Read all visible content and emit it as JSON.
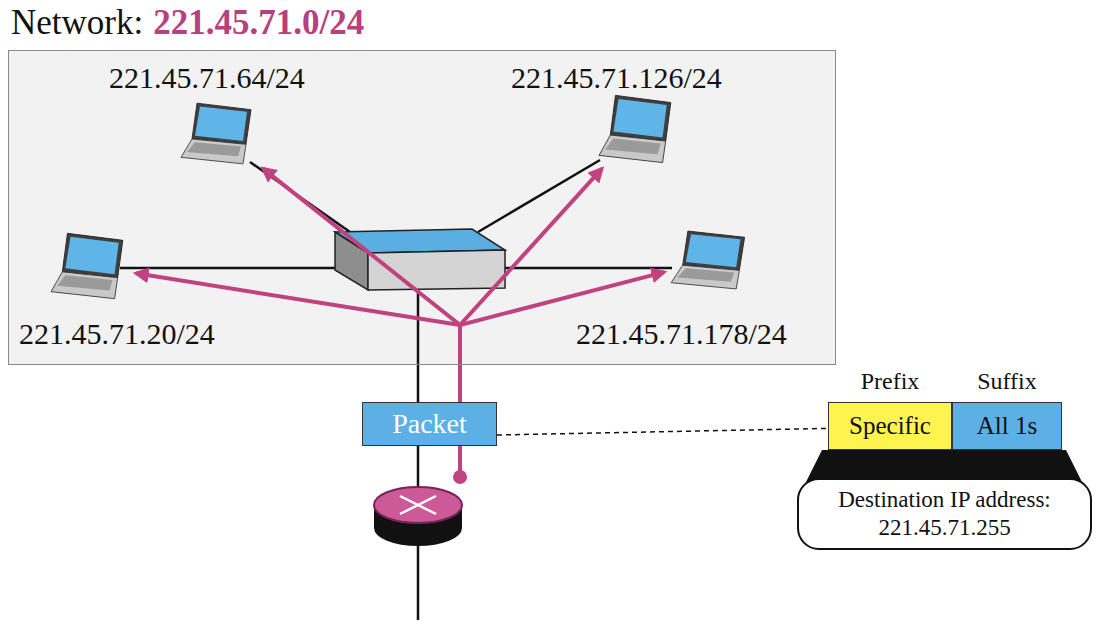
{
  "diagram": {
    "nodes": [
      {
        "text": [
          "Network:",
          "221.45.71.0/24"
        ]
      },
      {
        "text": [
          "221.45.71.64/24"
        ],
        "in": 0
      },
      {
        "text": [
          "221.45.71.126/24"
        ],
        "in": 0
      },
      {
        "text": [
          "221.45.71.20/24"
        ],
        "in": 0
      },
      {
        "text": [
          "221.45.71.178/24"
        ],
        "in": 0
      },
      {
        "text": [
          "Packet"
        ]
      },
      {
        "text": [
          "Prefix",
          "Specific"
        ]
      },
      {
        "text": [
          "Suffix",
          "All 1s"
        ]
      },
      {
        "text": [
          "Destination IP address: 221.45.71.255"
        ]
      }
    ],
    "edges": [
      {
        "from": 5,
        "to": 1,
        "arrow": "to"
      },
      {
        "from": 5,
        "to": 2,
        "arrow": "to"
      },
      {
        "from": 5,
        "to": 3,
        "arrow": "to"
      },
      {
        "from": 5,
        "to": 4,
        "arrow": "to"
      },
      {
        "from": 5,
        "to": 6,
        "arrow": "none"
      }
    ]
  }
}
